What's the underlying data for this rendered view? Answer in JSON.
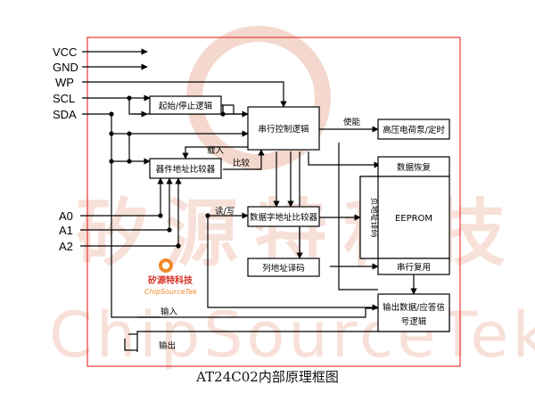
{
  "pins": {
    "vcc": "VCC",
    "gnd": "GND",
    "wp": "WP",
    "scl": "SCL",
    "sda": "SDA",
    "a0": "A0",
    "a1": "A1",
    "a2": "A2"
  },
  "blocks": {
    "start_stop": "起始/停止逻辑",
    "serial_ctrl": "串行控制逻辑",
    "dev_addr": "器件地址比较器",
    "data_word": "数据字地址比较器",
    "col_decode": "列地址译码",
    "hv_pump": "高压电荷泵/定时",
    "data_recovery": "数据恢复",
    "eeprom": "EEPROM",
    "page_decode": "页地址译码",
    "serial_mux": "串行复用",
    "out_logic_1": "输出数据/应答信",
    "out_logic_2": "号逻辑"
  },
  "labels": {
    "enable": "使能",
    "load": "载入",
    "compare": "比较",
    "rw": "读/写",
    "input": "输入",
    "output": "输出"
  },
  "watermark": {
    "logo_cn": "矽源特科技",
    "logo_en": "ChipSourceTek",
    "big_cn": "矽源特科技",
    "big_en": "ChipSourceTek"
  },
  "caption": "AT24C02内部原理框图",
  "colors": {
    "frame": "#e53935",
    "line": "#000000",
    "watermark": "#f4d8cd",
    "logo_orange": "#f08a2a",
    "logo_red": "#d93025"
  }
}
